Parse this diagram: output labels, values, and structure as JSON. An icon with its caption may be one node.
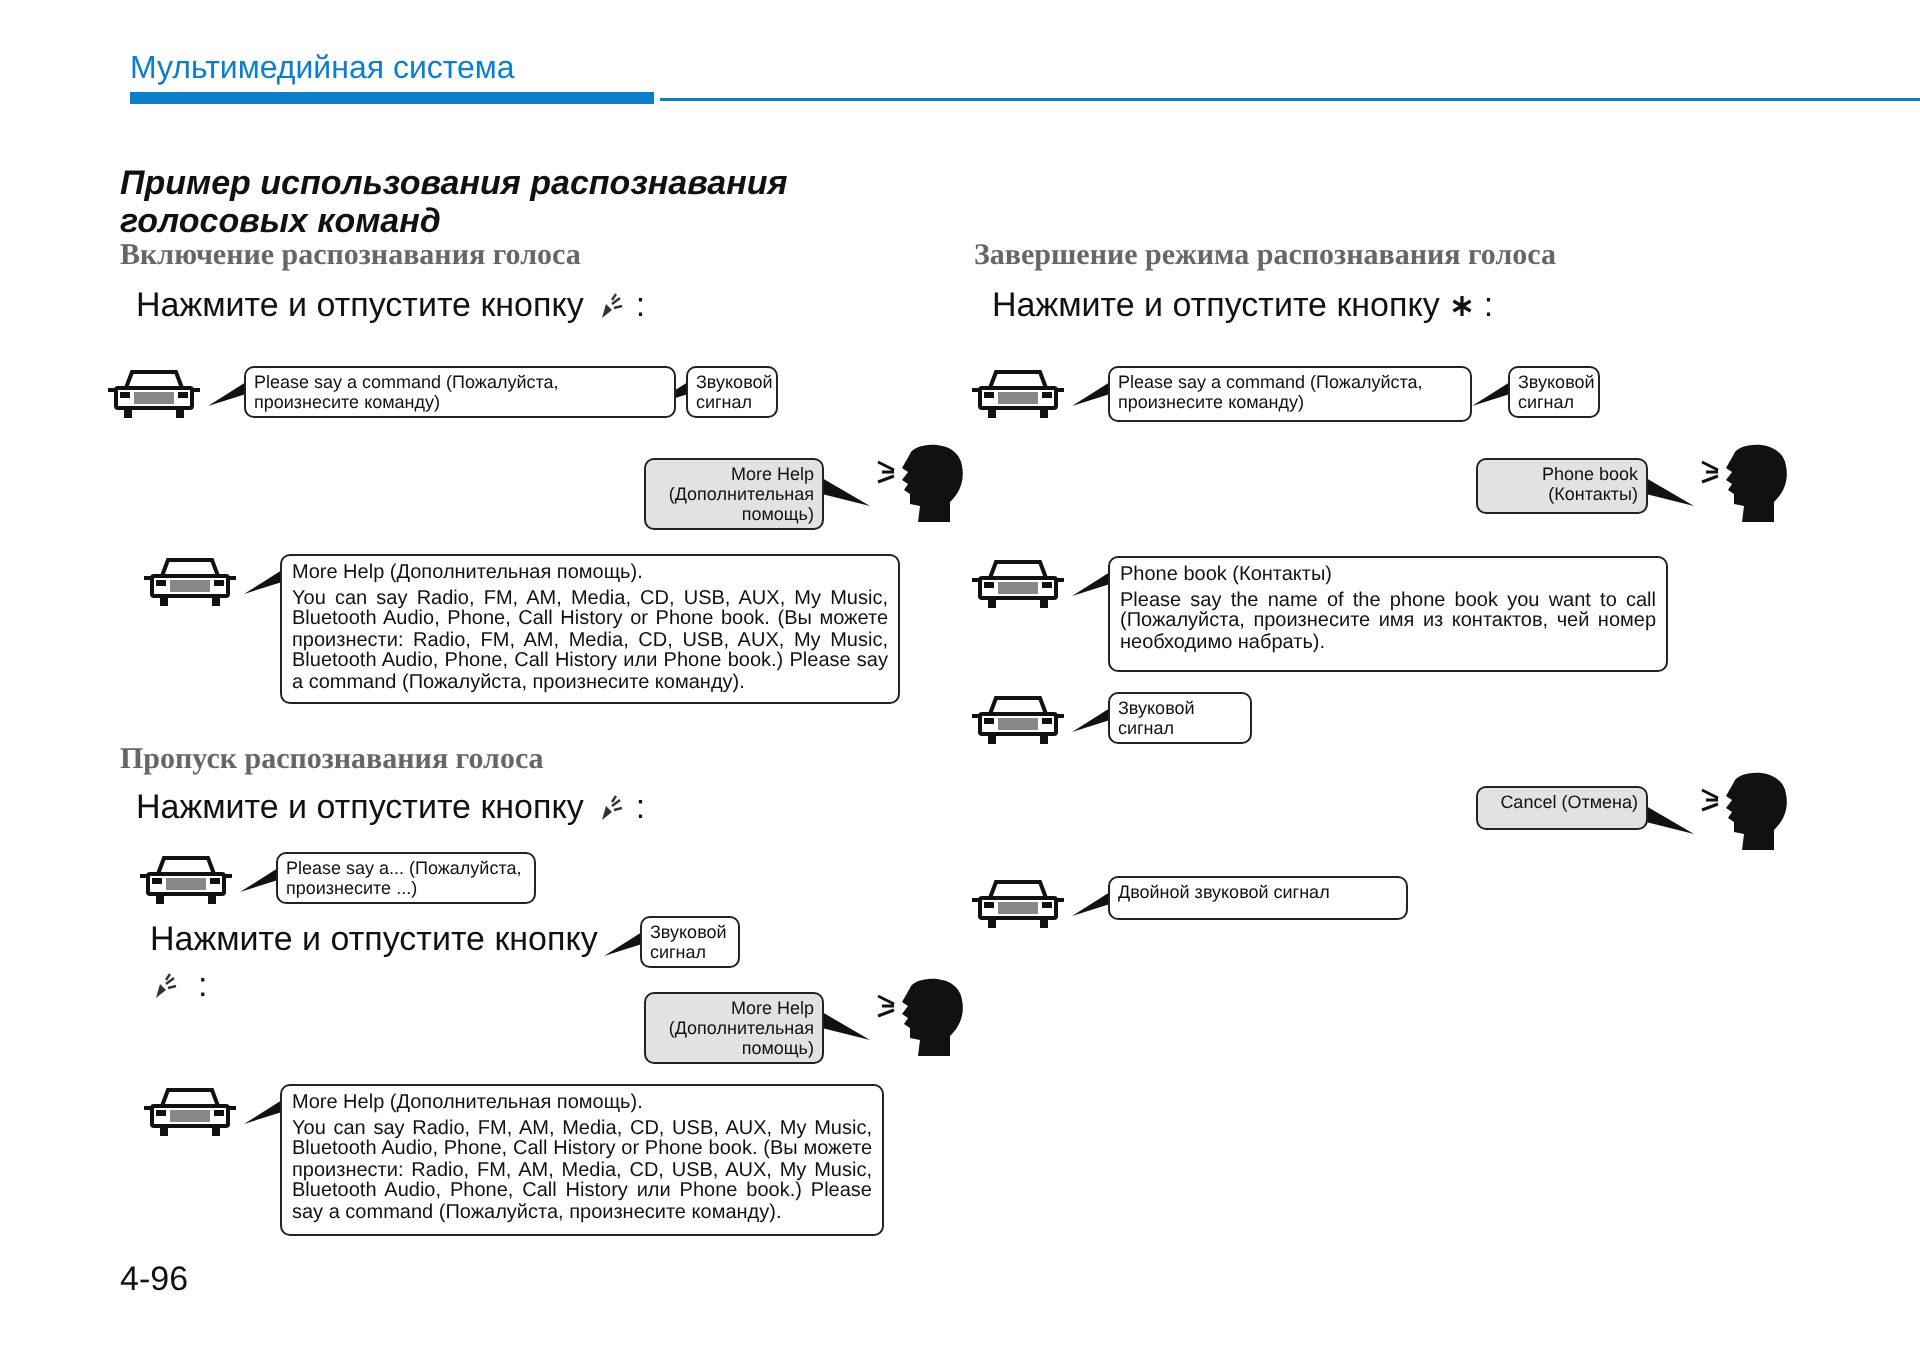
{
  "diagram": {
    "title": "Пример использования распознавания голосовых команд",
    "nodes": [
      {
        "text": [
          "Please say a command (Пожалуйста, произнесите команду)"
        ]
      },
      {
        "text": [
          "Звуковой сигнал"
        ]
      },
      {
        "text": [
          "More Help (Дополнительная помощь)"
        ]
      },
      {
        "text": [
          "More Help (Дополнительная помощь).",
          "You can say Radio, FM, AM, Media, CD, USB, AUX, My Music, Bluetooth Audio, Phone, Call History or Phone book. (Вы можете произнести: Radio, FM, AM, Media, CD, USB, AUX, My Music, Bluetooth Audio, Phone, Call History или Phone book.) Please say a command (Пожалуйста, произнесите команду)."
        ]
      },
      {
        "text": [
          "Please say a... (Пожалуйста, произнесите ...)"
        ]
      },
      {
        "text": [
          "Звуковой сигнал"
        ]
      },
      {
        "text": [
          "More Help (Дополнительная помощь)"
        ]
      },
      {
        "text": [
          "More Help (Дополнительная помощь).",
          "You can say Radio, FM, AM, Media, CD, USB, AUX, My Music, Bluetooth Audio, Phone, Call History or Phone book. (Вы можете произнести: Radio, FM, AM, Media, CD, USB, AUX, My Music, Bluetooth Audio, Phone, Call History или Phone book.) Please say a command (Пожалуйста, произнесите команду)."
        ]
      },
      {
        "text": [
          "Please say a command (Пожалуйста, произнесите команду)"
        ]
      },
      {
        "text": [
          "Звуковой сигнал"
        ]
      },
      {
        "text": [
          "Phone book (Контакты)"
        ]
      },
      {
        "text": [
          "Phone book (Контакты)",
          "Please say the name of the phone book you want to call (Пожалуйста, произнесите имя из контактов, чей номер необходимо набрать)."
        ]
      },
      {
        "text": [
          "Звуковой сигнал"
        ]
      },
      {
        "text": [
          "Cancel (Отмена)"
        ]
      },
      {
        "text": [
          "Двойной звуковой сигнал"
        ]
      }
    ],
    "labels": [
      "Мультимедийная система",
      "Включение распознавания голоса",
      "Нажмите и отпустите кнопку",
      ":",
      "Пропуск распознавания голоса",
      "Нажмите и отпустите кнопку",
      ":",
      "Нажмите и отпустите кнопку",
      ":",
      "Завершение режима распознавания голоса",
      "Нажмите и отпустите кнопку",
      ":",
      "4-96"
    ]
  }
}
